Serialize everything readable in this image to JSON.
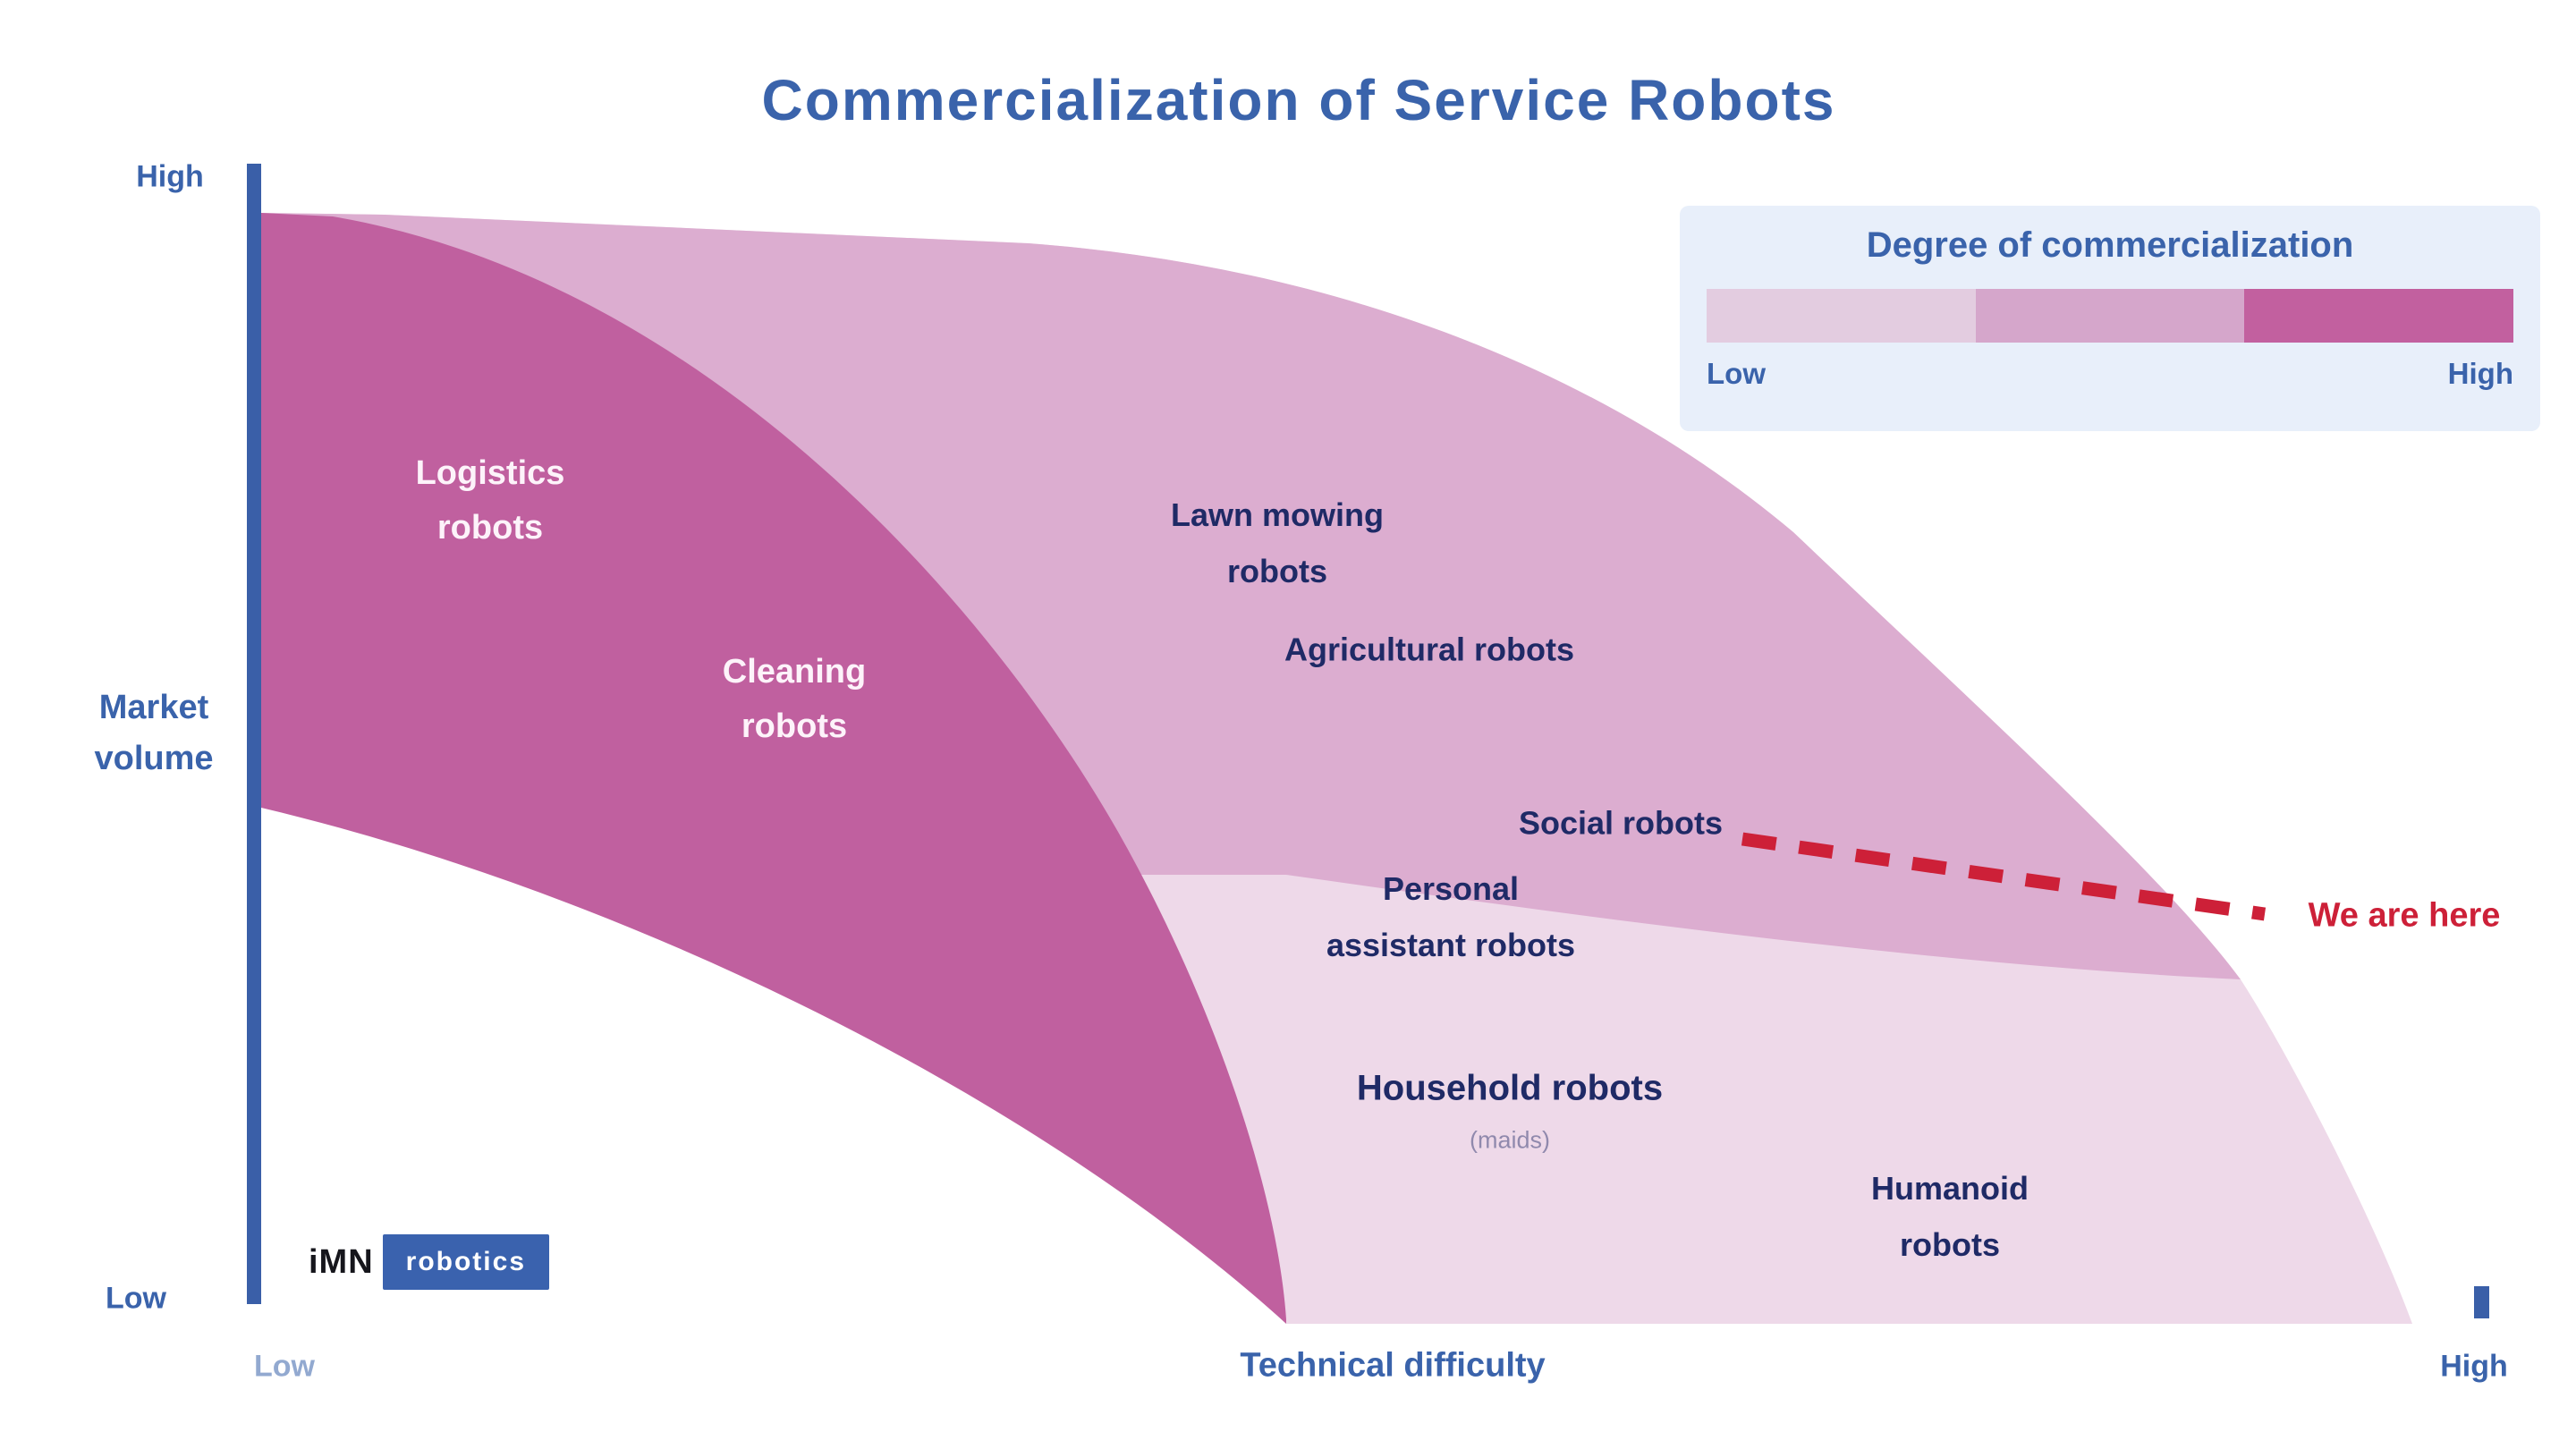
{
  "title": "Commercialization of Service Robots",
  "colors": {
    "band_high": "#c0609f",
    "band_medium": "#dcadd0",
    "band_low": "#eed9e9",
    "axis": "#3a5fa8",
    "heading": "#3a63ab",
    "label_navy": "#1f2a66",
    "marker_red": "#cd2038",
    "legend_bg": "#e8effa",
    "watermark_badge": "#3a62ae"
  },
  "legend": {
    "title": "Degree of commercialization",
    "low_label": "Low",
    "high_label": "High",
    "segments": [
      "#e3cce0",
      "#d5a6cb",
      "#c2609f"
    ]
  },
  "y_axis": {
    "title_line1": "Market",
    "title_line2": "volume",
    "top_tick": "High",
    "bottom_tick": "Low"
  },
  "x_axis": {
    "title": "Technical difficulty",
    "left_tick": "Low",
    "right_tick": "High"
  },
  "labels": {
    "logistics_1": "Logistics",
    "logistics_2": "robots",
    "cleaning_1": "Cleaning",
    "cleaning_2": "robots",
    "lawn_1": "Lawn mowing",
    "lawn_2": "robots",
    "agricultural": "Agricultural robots",
    "social": "Social robots",
    "assistant_1": "Personal",
    "assistant_2": "assistant robots",
    "household_main": "Household robots",
    "household_sub": "(maids)",
    "humanoid_1": "Humanoid",
    "humanoid_2": "robots"
  },
  "marker": {
    "text": "We are here"
  },
  "watermark": {
    "name": "iMN",
    "badge": "robotics"
  },
  "chart_data": {
    "type": "area",
    "title": "Commercialization of Service Robots",
    "xlabel": "Technical difficulty",
    "ylabel": "Market volume",
    "x_range": [
      "Low",
      "High"
    ],
    "y_range": [
      "Low",
      "High"
    ],
    "grid": false,
    "legend": {
      "title": "Degree of commercialization",
      "position": "top-right",
      "scale": [
        "Low",
        "High"
      ]
    },
    "bands": [
      {
        "commercialization": "high",
        "color": "#c0609f",
        "items": [
          "Logistics robots",
          "Cleaning robots"
        ]
      },
      {
        "commercialization": "medium",
        "color": "#dcadd0",
        "items": [
          "Lawn mowing robots",
          "Agricultural robots",
          "Social robots"
        ]
      },
      {
        "commercialization": "low",
        "color": "#eed9e9",
        "items": [
          "Personal assistant robots",
          "Household robots (maids)",
          "Humanoid robots"
        ]
      }
    ],
    "items": [
      {
        "label": "Logistics robots",
        "x": 0.1,
        "y": 0.73,
        "band": "high"
      },
      {
        "label": "Cleaning robots",
        "x": 0.24,
        "y": 0.56,
        "band": "high"
      },
      {
        "label": "Lawn mowing robots",
        "x": 0.45,
        "y": 0.7,
        "band": "medium"
      },
      {
        "label": "Agricultural robots",
        "x": 0.52,
        "y": 0.6,
        "band": "medium"
      },
      {
        "label": "Social robots",
        "x": 0.61,
        "y": 0.44,
        "band": "medium"
      },
      {
        "label": "Personal assistant robots",
        "x": 0.53,
        "y": 0.33,
        "band": "low"
      },
      {
        "label": "Household robots",
        "x": 0.56,
        "y": 0.19,
        "band": "low"
      },
      {
        "label": "Humanoid robots",
        "x": 0.75,
        "y": 0.11,
        "band": "low"
      }
    ],
    "annotation": {
      "text": "We are here",
      "style": "red dashed line",
      "from": "Social robots",
      "x": 0.95,
      "y": 0.37
    }
  }
}
